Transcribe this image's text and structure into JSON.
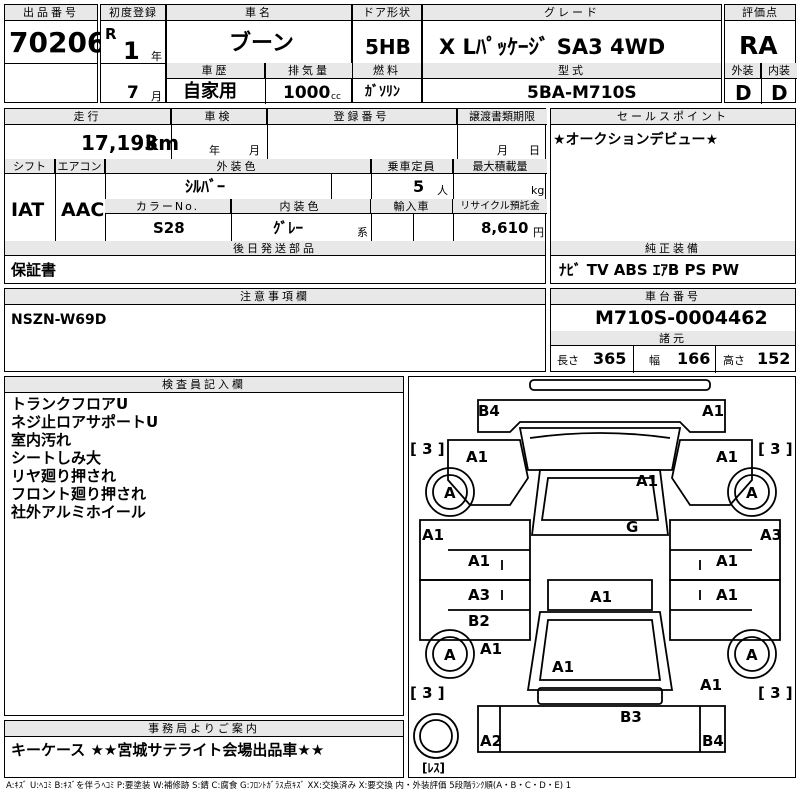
{
  "header": {
    "lot_label": "出品番号",
    "lot_number": "70206",
    "reg_label": "初度登録",
    "era": "R",
    "year": "1",
    "year_unit": "年",
    "month": "7",
    "month_unit": "月",
    "name_label": "車名",
    "car_name": "ブーン",
    "door_label": "ドア形状",
    "door": "5HB",
    "grade_label": "グレード",
    "grade": "X Lﾊﾟｯｹｰｼﾞ SA3 4WD",
    "score_label": "評価点",
    "score": "RA",
    "history_label": "車歴",
    "history": "自家用",
    "disp_label": "排気量",
    "displacement": "1000",
    "disp_unit": "cc",
    "fuel_label": "燃料",
    "fuel": "ｶﾞｿﾘﾝ",
    "model_label": "型式",
    "model": "5BA-M710S",
    "ext_label": "外装",
    "ext_grade": "D",
    "int_label": "内装",
    "int_grade": "D"
  },
  "row2": {
    "mileage_label": "走行",
    "mileage": "17,193",
    "mileage_unit": "km",
    "inspection_label": "車検",
    "insp_year": "年",
    "insp_month": "月",
    "reg_no_label": "登録番号",
    "transfer_label": "譲渡書類期限",
    "transfer_month": "月",
    "transfer_day": "日",
    "sales_label": "セールスポイント",
    "sales_point": "★オークションデビュー★"
  },
  "row3": {
    "shift_label": "シフト",
    "shift": "IAT",
    "ac_label": "エアコン",
    "ac": "AAC",
    "color_label": "外装色",
    "color": "ｼﾙﾊﾞｰ",
    "capacity_label": "乗車定員",
    "capacity": "5",
    "capacity_unit": "人",
    "load_label": "最大積載量",
    "load_unit": "kg",
    "color_no_label": "カラーNo.",
    "color_no": "S28",
    "int_color_label": "内装色",
    "int_color": "ｸﾞﾚｰ",
    "int_color_unit": "系",
    "import_label": "輸入車",
    "recycle_label": "リサイクル預託金",
    "recycle": "8,610",
    "recycle_unit": "円"
  },
  "parts": {
    "label": "後日発送部品",
    "value": "保証書",
    "equip_label": "純正装備",
    "equipment": "ﾅﾋﾞ  TV  ABS  ｴｱB  PS  PW"
  },
  "caution": {
    "label": "注意事項欄",
    "value": "NSZN-W69D",
    "chassis_label": "車台番号",
    "chassis": "M710S-0004462",
    "dims_label": "諸元",
    "length_label": "長さ",
    "length": "365",
    "width_label": "幅",
    "width": "166",
    "height_label": "高さ",
    "height": "152"
  },
  "inspector": {
    "label": "検査員記入欄",
    "lines": [
      "トランクフロアU",
      "ネジ止ロアサポートU",
      "室内汚れ",
      "シートしみ大",
      "リヤ廻り押され",
      "フロント廻り押され",
      "社外アルミホイール"
    ]
  },
  "diagram_marks": {
    "b4_tl": "B4",
    "a1_tr": "A1",
    "bracket_l": "[ 3 ]",
    "bracket_r": "[ 3 ]",
    "a1_l_upper": "A1",
    "a1_r_upper": "A1",
    "a_fl": "A",
    "a_fr": "A",
    "a1_roof": "A1",
    "a1_l_door": "A1",
    "g_glass": "G",
    "a3_r": "A3",
    "a1_l_mid": "A1",
    "a1_r_mid": "A1",
    "a3_l": "A3",
    "a1_center": "A1",
    "a1_r_rear": "A1",
    "b2_l": "B2",
    "a_rl": "A",
    "a1_l_low": "A1",
    "a_rr": "A",
    "a1_bottom": "A1",
    "a1_br": "A1",
    "bracket_bl": "[ 3 ]",
    "bracket_br": "[ 3 ]",
    "b3": "B3",
    "a2": "A2",
    "b4_br": "B4",
    "spare": "[ﾚｽ]"
  },
  "office": {
    "label": "事務局よりご案内",
    "value": "キーケース ★★宮城サテライト会場出品車★★"
  },
  "legend": "A:ｷｽﾞ U:ﾍｺﾐ B:ｷｽﾞを伴うﾍｺﾐ P:要塗装 W:補修跡 S:錆 C:腐食 G:ﾌﾛﾝﾄｶﾞﾗｽ点ｷｽﾞ XX:交換済み X:要交換 内・外装評価 5段階ﾗﾝｸ順(A・B・C・D・E) 1"
}
